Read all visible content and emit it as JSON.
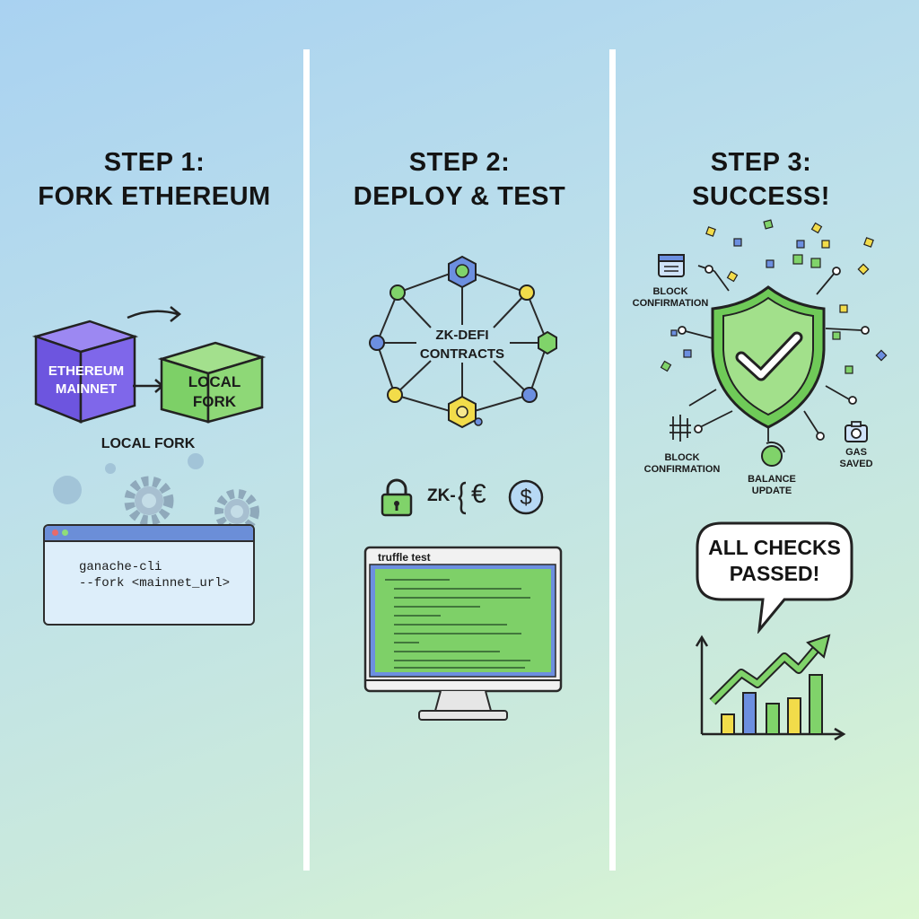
{
  "steps": [
    {
      "line1": "STEP 1:",
      "line2": "FORK ETHEREUM"
    },
    {
      "line1": "STEP 2:",
      "line2": "DEPLOY & TEST"
    },
    {
      "line1": "STEP 3:",
      "line2": "SUCCESS!"
    }
  ],
  "step1": {
    "mainnet_line1": "ETHEREUM",
    "mainnet_line2": "MAINNET",
    "fork_line1": "LOCAL",
    "fork_line2": "FORK",
    "caption": "LOCAL FORK",
    "terminal_line1": "ganache-cli",
    "terminal_line2": "--fork <mainnet_url>"
  },
  "step2": {
    "hub_line1": "ZK-DEFI",
    "hub_line2": "CONTRACTS",
    "zk_label": "ZK-",
    "monitor_title": "truffle test"
  },
  "step3": {
    "label_block_top_1": "BLOCK",
    "label_block_top_2": "CONFIRMATION",
    "label_block_bottom_1": "BLOCK",
    "label_block_bottom_2": "CONFIRMATION",
    "label_balance_1": "BALANCE",
    "label_balance_2": "UPDATE",
    "label_gas_1": "GAS",
    "label_gas_2": "SAVED",
    "bubble_line1": "ALL CHECKS",
    "bubble_line2": "PASSED!"
  },
  "colors": {
    "purple": "#7b63e6",
    "green": "#80d36a",
    "yellow": "#f2dc4a",
    "blue": "#6c8fe0"
  }
}
